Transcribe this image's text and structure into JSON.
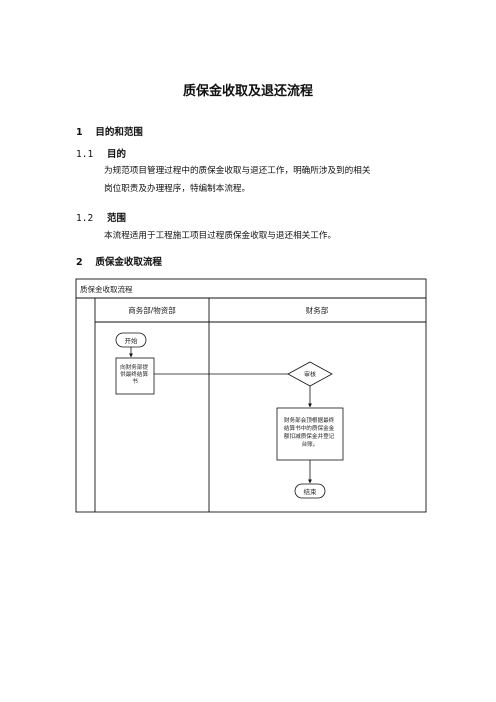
{
  "document": {
    "title": "质保金收取及退还流程",
    "sections": [
      {
        "number": "1",
        "title": "目的和范围"
      },
      {
        "number": "2",
        "title": "质保金收取流程"
      }
    ],
    "subsections": [
      {
        "number": "1.1",
        "title": "目的",
        "lines": [
          "为规范项目管理过程中的质保金收取与退还工作，明确所涉及到的相关",
          "岗位职责及办理程序，特编制本流程。"
        ]
      },
      {
        "number": "1.2",
        "title": "范围",
        "lines": [
          "本流程适用于工程施工项目过程质保金收取与退还相关工作。"
        ]
      }
    ]
  },
  "flowchart": {
    "header": "质保金收取流程",
    "lanes": [
      "商务部/物资部",
      "财务部"
    ],
    "nodes": {
      "start": "开始",
      "submit": [
        "向财务部提",
        "供最终结算",
        "书"
      ],
      "review": "审核",
      "finance": [
        "财务部会顶根据最终",
        "结算书中的质保金金",
        "额扣减质保金并登记",
        "台账。"
      ],
      "end": "结束"
    }
  }
}
